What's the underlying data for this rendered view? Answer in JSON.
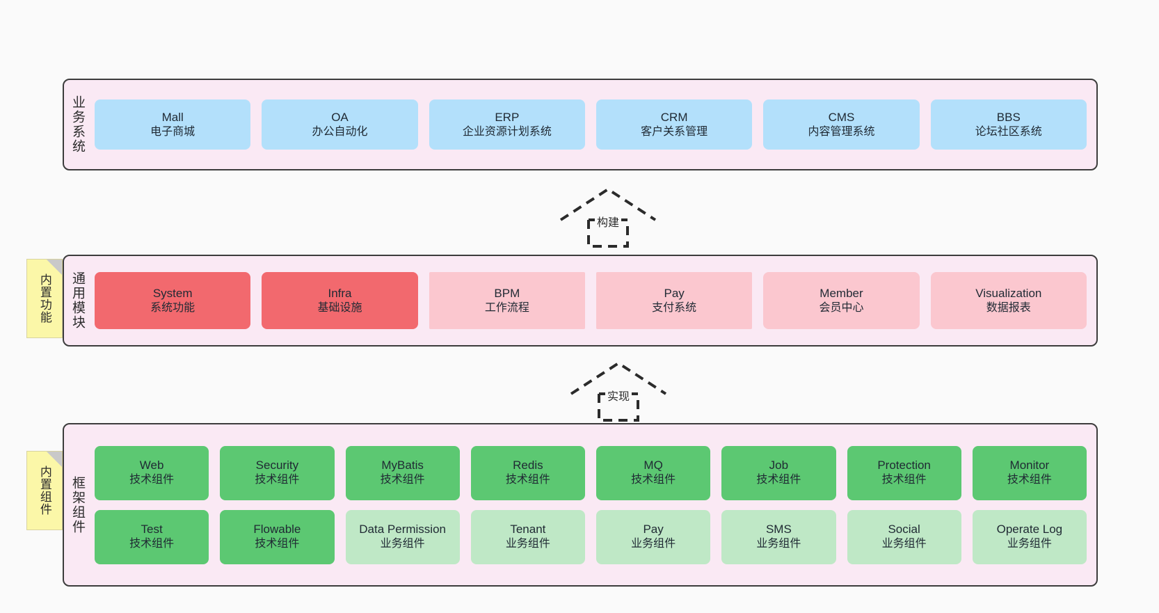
{
  "diagram": {
    "background": "#fafafa",
    "colors": {
      "layer_bg": "#fae9f4",
      "layer_border": "#3c3c3c",
      "blue": "#b3e0fb",
      "red": "#f2696e",
      "pink": "#fbc7cf",
      "green": "#5cc872",
      "green_light": "#bfe8c6",
      "note_bg": "#fbf7a8",
      "note_fold": "#c9c9c9"
    }
  },
  "layers": [
    {
      "id": "business-systems",
      "label": "业务系统",
      "rows": [
        [
          {
            "title": "Mall",
            "subtitle": "电子商城",
            "color": "blue",
            "shape": "rounded"
          },
          {
            "title": "OA",
            "subtitle": "办公自动化",
            "color": "blue",
            "shape": "rounded"
          },
          {
            "title": "ERP",
            "subtitle": "企业资源计划系统",
            "color": "blue",
            "shape": "rounded"
          },
          {
            "title": "CRM",
            "subtitle": "客户关系管理",
            "color": "blue",
            "shape": "rounded"
          },
          {
            "title": "CMS",
            "subtitle": "内容管理系统",
            "color": "blue",
            "shape": "rounded"
          },
          {
            "title": "BBS",
            "subtitle": "论坛社区系统",
            "color": "blue",
            "shape": "rounded"
          }
        ]
      ]
    },
    {
      "id": "common-modules",
      "label": "通用模块",
      "note": "内置功能",
      "rows": [
        [
          {
            "title": "System",
            "subtitle": "系统功能",
            "color": "red",
            "shape": "rounded"
          },
          {
            "title": "Infra",
            "subtitle": "基础设施",
            "color": "red",
            "shape": "rounded"
          },
          {
            "title": "BPM",
            "subtitle": "工作流程",
            "color": "pink",
            "shape": "square"
          },
          {
            "title": "Pay",
            "subtitle": "支付系统",
            "color": "pink",
            "shape": "square"
          },
          {
            "title": "Member",
            "subtitle": "会员中心",
            "color": "pink",
            "shape": "rounded"
          },
          {
            "title": "Visualization",
            "subtitle": "数据报表",
            "color": "pink",
            "shape": "rounded"
          }
        ]
      ]
    },
    {
      "id": "framework-components",
      "label": "框架组件",
      "note": "内置组件",
      "rows": [
        [
          {
            "title": "Web",
            "subtitle": "技术组件",
            "color": "green",
            "shape": "rounded"
          },
          {
            "title": "Security",
            "subtitle": "技术组件",
            "color": "green",
            "shape": "rounded"
          },
          {
            "title": "MyBatis",
            "subtitle": "技术组件",
            "color": "green",
            "shape": "rounded"
          },
          {
            "title": "Redis",
            "subtitle": "技术组件",
            "color": "green",
            "shape": "rounded"
          },
          {
            "title": "MQ",
            "subtitle": "技术组件",
            "color": "green",
            "shape": "rounded"
          },
          {
            "title": "Job",
            "subtitle": "技术组件",
            "color": "green",
            "shape": "rounded"
          },
          {
            "title": "Protection",
            "subtitle": "技术组件",
            "color": "green",
            "shape": "rounded"
          },
          {
            "title": "Monitor",
            "subtitle": "技术组件",
            "color": "green",
            "shape": "rounded"
          }
        ],
        [
          {
            "title": "Test",
            "subtitle": "技术组件",
            "color": "green",
            "shape": "rounded"
          },
          {
            "title": "Flowable",
            "subtitle": "技术组件",
            "color": "green",
            "shape": "rounded"
          },
          {
            "title": "Data Permission",
            "subtitle": "业务组件",
            "color": "green_light",
            "shape": "rounded"
          },
          {
            "title": "Tenant",
            "subtitle": "业务组件",
            "color": "green_light",
            "shape": "rounded"
          },
          {
            "title": "Pay",
            "subtitle": "业务组件",
            "color": "green_light",
            "shape": "rounded"
          },
          {
            "title": "SMS",
            "subtitle": "业务组件",
            "color": "green_light",
            "shape": "rounded"
          },
          {
            "title": "Social",
            "subtitle": "业务组件",
            "color": "green_light",
            "shape": "rounded"
          },
          {
            "title": "Operate Log",
            "subtitle": "业务组件",
            "color": "green_light",
            "shape": "rounded"
          }
        ]
      ]
    }
  ],
  "connectors": [
    {
      "id": "connector-build",
      "label": "构建"
    },
    {
      "id": "connector-implement",
      "label": "实现"
    }
  ]
}
